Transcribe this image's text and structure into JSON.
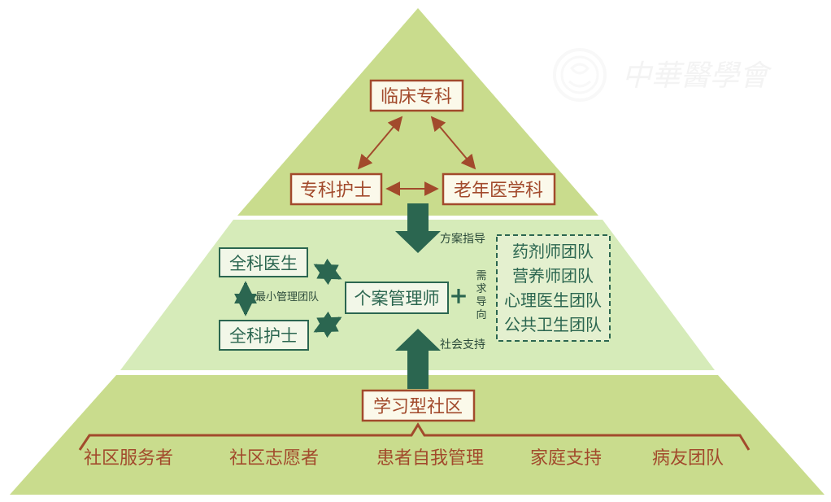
{
  "watermark": {
    "text": "中華醫學會",
    "emblem": "society-emblem"
  },
  "top": {
    "clinical_specialty": "临床专科",
    "specialist_nurse": "专科护士",
    "geriatrics": "老年医学科"
  },
  "middle": {
    "gp": "全科医生",
    "gp_nurse": "全科护士",
    "min_team": "最小管理团队",
    "case_manager": "个案管理师",
    "plus": "+",
    "plan_guidance": "方案指导",
    "demand_oriented": [
      "需",
      "求",
      "导",
      "向"
    ],
    "social_support": "社会支持",
    "teams": [
      "药剂师团队",
      "营养师团队",
      "心理医生团队",
      "公共卫生团队"
    ]
  },
  "bottom": {
    "learning_community": "学习型社区",
    "items": [
      "社区服务者",
      "社区志愿者",
      "患者自我管理",
      "家庭支持",
      "病友团队"
    ]
  },
  "colors": {
    "top_fill": "#c9dc8d",
    "middle_fill": "#d6ebb9",
    "bottom_fill": "#c9dc8d",
    "brown": "#a24a2c",
    "green": "#2b6650"
  }
}
